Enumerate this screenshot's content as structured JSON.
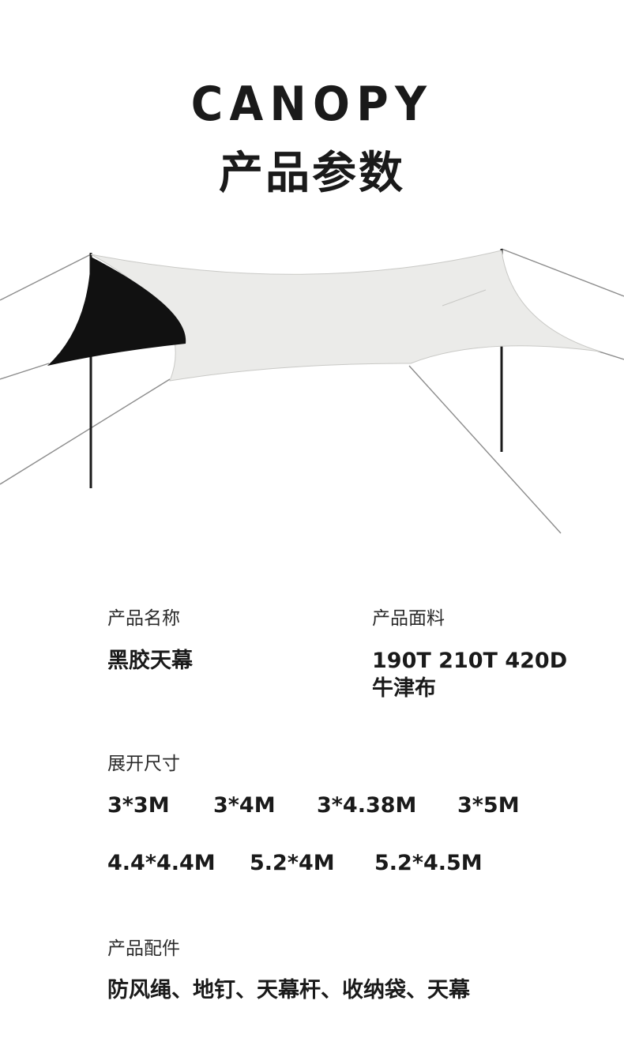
{
  "header": {
    "title_en": "CANOPY",
    "title_cn": "产品参数"
  },
  "colors": {
    "canopy_fill": "#ebebe9",
    "canopy_black_underside": "#111111",
    "pole": "#1a1a1a",
    "guy_rope": "#8c8c8c"
  },
  "specs": {
    "name": {
      "label": "产品名称",
      "value": "黑胶天幕"
    },
    "material": {
      "label": "产品面料",
      "value_line1": "190T 210T 420D",
      "value_line2": "牛津布"
    },
    "sizes": {
      "label": "展开尺寸",
      "items": [
        "3*3M",
        "3*4M",
        "3*4.38M",
        "3*5M",
        "4.4*4.4M",
        "5.2*4M",
        "5.2*4.5M"
      ]
    },
    "accessories": {
      "label": "产品配件",
      "value": "防风绳、地钉、天幕杆、收纳袋、天幕"
    }
  }
}
